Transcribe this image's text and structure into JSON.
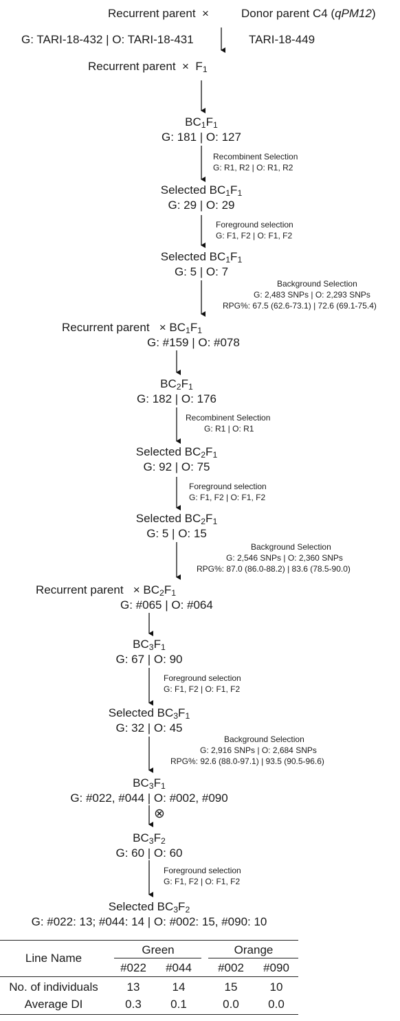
{
  "header": {
    "recurrent_parent": "Recurrent parent",
    "cross": "×",
    "donor_parent": "Donor parent C4 (",
    "donor_gene": "qPM12",
    "donor_close": ")",
    "recurrent_ids": "G: TARI-18-432 | O: TARI-18-431",
    "donor_id": "TARI-18-449"
  },
  "generations": {
    "g1": {
      "label": "Recurrent parent",
      "cross": "×",
      "f": "F",
      "f_sub": "1"
    },
    "bc1": {
      "bc": "BC",
      "bc_sub": "1",
      "f": "F",
      "f_sub": "1",
      "count": "G: 181 | O: 127"
    },
    "sel1a": {
      "label": "Selected BC",
      "bc_sub": "1",
      "f": "F",
      "f_sub": "1",
      "count": "G: 29 | O: 29"
    },
    "sel1b": {
      "label": "Selected BC",
      "bc_sub": "1",
      "f": "F",
      "f_sub": "1",
      "count": "G: 5 | O: 7"
    },
    "cross2": {
      "label": "Recurrent parent",
      "cross": "× BC",
      "bc_sub": "1",
      "f": "F",
      "f_sub": "1",
      "ids": "G: #159 | O: #078"
    },
    "bc2": {
      "bc": "BC",
      "bc_sub": "2",
      "f": "F",
      "f_sub": "1",
      "count": "G: 182 | O: 176"
    },
    "sel2a": {
      "label": "Selected BC",
      "bc_sub": "2",
      "f": "F",
      "f_sub": "1",
      "count": "G: 92 | O: 75"
    },
    "sel2b": {
      "label": "Selected BC",
      "bc_sub": "2",
      "f": "F",
      "f_sub": "1",
      "count": "G: 5 | O: 15"
    },
    "cross3": {
      "label": "Recurrent parent",
      "cross": "× BC",
      "bc_sub": "2",
      "f": "F",
      "f_sub": "1",
      "ids": "G: #065 | O: #064"
    },
    "bc3": {
      "bc": "BC",
      "bc_sub": "3",
      "f": "F",
      "f_sub": "1",
      "count": "G: 67 | O: 90"
    },
    "sel3": {
      "label": "Selected BC",
      "bc_sub": "3",
      "f": "F",
      "f_sub": "1",
      "count": "G: 32 | O: 45"
    },
    "bc3f1": {
      "bc": "BC",
      "bc_sub": "3",
      "f": "F",
      "f_sub": "1",
      "ids": "G: #022, #044 | O: #002, #090"
    },
    "selfing_symbol": "⊗",
    "bc3f2": {
      "bc": "BC",
      "bc_sub": "3",
      "f": "F",
      "f_sub": "2",
      "count": "G: 60 | O: 60"
    },
    "final": {
      "label": "Selected BC",
      "bc_sub": "3",
      "f": "F",
      "f_sub": "2",
      "ids": "G: #022: 13; #044: 14 | O: #002: 15, #090: 10"
    }
  },
  "steps": {
    "rec1": {
      "title": "Recombinent Selection",
      "detail": "G: R1, R2 | O: R1, R2"
    },
    "fg1": {
      "title": "Foreground selection",
      "detail": "G: F1, F2 | O: F1, F2"
    },
    "bg1": {
      "title": "Background Selection",
      "detail": "G: 2,483 SNPs   |   O: 2,293 SNPs",
      "rpg": "RPG%: 67.5 (62.6-73.1) | 72.6 (69.1-75.4)"
    },
    "rec2": {
      "title": "Recombinent Selection",
      "detail": "G: R1 | O: R1"
    },
    "fg2": {
      "title": "Foreground selection",
      "detail": "G: F1, F2 | O: F1, F2"
    },
    "bg2": {
      "title": "Background Selection",
      "detail": "G: 2,546 SNPs   |   O: 2,360 SNPs",
      "rpg": "RPG%: 87.0 (86.0-88.2) | 83.6 (78.5-90.0)"
    },
    "fg3": {
      "title": "Foreground selection",
      "detail": "G: F1, F2 | O: F1, F2"
    },
    "bg3": {
      "title": "Background Selection",
      "detail": "G: 2,916 SNPs   |   O: 2,684 SNPs",
      "rpg": "RPG%: 92.6 (88.0-97.1) | 93.5 (90.5-96.6)"
    },
    "fg4": {
      "title": "Foreground selection",
      "detail": "G: F1, F2 | O: F1, F2"
    }
  },
  "table": {
    "line_name": "Line Name",
    "group_green": "Green",
    "group_orange": "Orange",
    "columns": [
      "#022",
      "#044",
      "#002",
      "#090"
    ],
    "rows": [
      {
        "label": "No. of individuals",
        "values": [
          "13",
          "14",
          "15",
          "10"
        ]
      },
      {
        "label": "Average DI",
        "values": [
          "0.3",
          "0.1",
          "0.0",
          "0.0"
        ]
      }
    ]
  }
}
